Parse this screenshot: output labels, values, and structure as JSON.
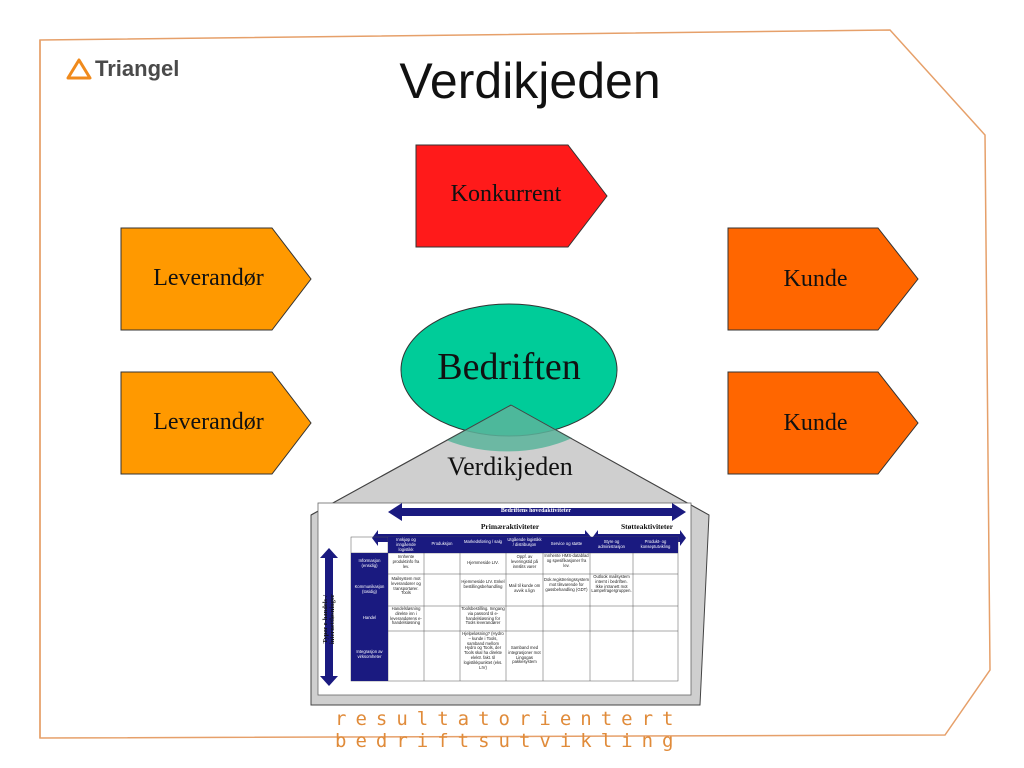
{
  "logo": {
    "text": "Triangel"
  },
  "slide": {
    "title": "Verdikjeden",
    "footer": "resultatorientert bedriftsutvikling"
  },
  "arrows": {
    "competitor": {
      "label": "Konkurrent",
      "color": "#ff1a1a"
    },
    "supplier_top": {
      "label": "Leverandør",
      "color": "#ff9900"
    },
    "supplier_bottom": {
      "label": "Leverandør",
      "color": "#ff9900"
    },
    "customer_top": {
      "label": "Kunde",
      "color": "#ff6600"
    },
    "customer_bottom": {
      "label": "Kunde",
      "color": "#ff6600"
    }
  },
  "company": {
    "label": "Bedriften",
    "color": "#00cc99"
  },
  "value_chain": {
    "title": "Verdikjeden",
    "top_banner": "Bedriftens hovedaktiviteter",
    "primary_label": "Primæraktiviteter",
    "support_label": "Støtteaktiviteter",
    "side_label": "Typer e-handels-/ internettløsninger",
    "columns": [
      "Innkjøp og inngående logistikk",
      "Produksjon",
      "Markedsføring / salg",
      "Utgående logistikk / distribusjon",
      "Service og støtte",
      "Styre og administrasjon",
      "Produkt- og konseptutvikling"
    ],
    "rows": [
      {
        "label": "Informasjon (ensidig)",
        "cells": [
          "Innhente produktinfo fra lev.",
          "",
          "Hjemmeside LIV.",
          "Oppf. av leveringstid på innslits varer",
          "Innhente HMS-datablad og spesifikasjoner fra lev.",
          "",
          ""
        ]
      },
      {
        "label": "Kommunikasjon (tosidig)",
        "cells": [
          "Mailsystem mot leverandører og transportører. Tools",
          "",
          "Hjemmeside LIV. Enkel bestillingsbehandling",
          "Mail til kunde om avvik o.lign",
          "Dok.registreringssystem mot tilsvarende for gassbehandling (GDT)",
          "Outlook mailsystem internt i bedriften. Ikke intranett mot Lampefragergruppen.",
          ""
        ]
      },
      {
        "label": "Handel",
        "cells": [
          "Handelsløsning direkte inn i leverandørens e-handelsløsning",
          "",
          "Toolsbestilling. Inngang via passord til e-handelsløsning for Tools leverandører",
          "",
          "",
          "",
          ""
        ]
      },
      {
        "label": "Integrasjon av virksomheter",
        "cells": [
          "",
          "",
          "Hjelpeløsning? (Hydro – kunde i Tools, samband mellom Hydro og Tools, der Tools skal ha direkte elektr. fakt. til logistikkpunktet (eks. LIV)",
          "Samband med integrasjoner mot Lingogas pakkesystem",
          "",
          "",
          ""
        ]
      }
    ]
  }
}
